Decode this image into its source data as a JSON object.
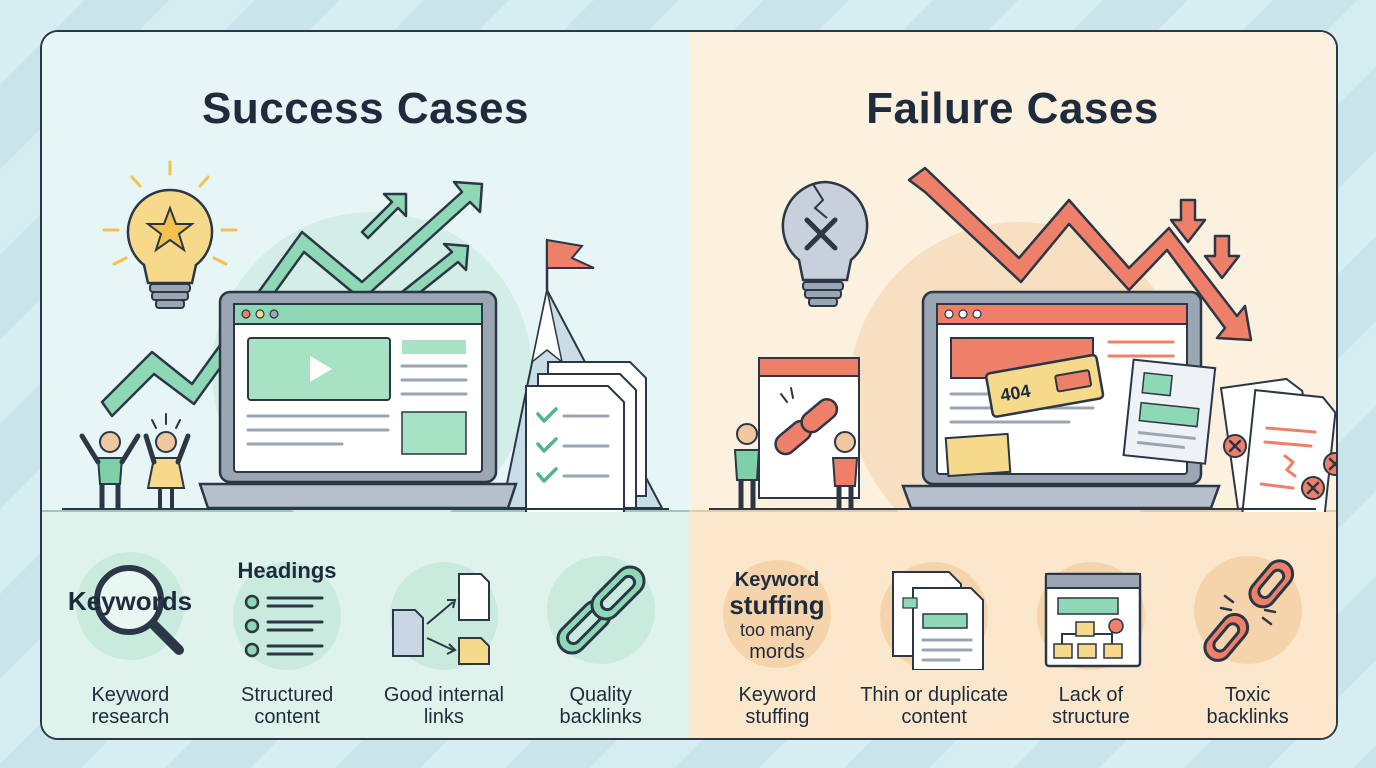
{
  "success": {
    "title": "Success Cases",
    "items": [
      {
        "icon": "magnifier-keywords-icon",
        "icon_text": "Keywords",
        "label": "Keyword\nresearch"
      },
      {
        "icon": "headings-list-icon",
        "icon_text": "Headings",
        "label": "Structured\ncontent"
      },
      {
        "icon": "internal-links-icon",
        "label": "Good internal\nlinks"
      },
      {
        "icon": "chain-link-icon",
        "label": "Quality\nbacklinks"
      }
    ]
  },
  "failure": {
    "title": "Failure Cases",
    "error_badge": "404",
    "items": [
      {
        "icon": "keyword-stuffing-icon",
        "icon_text_1": "Keyword",
        "icon_text_2": "stuffing",
        "icon_text_3": "too many",
        "icon_text_4": "mords",
        "label": "Keyword\nstuffing"
      },
      {
        "icon": "duplicate-docs-icon",
        "label": "Thin or duplicate\ncontent"
      },
      {
        "icon": "messy-structure-icon",
        "label": "Lack of\nstructure"
      },
      {
        "icon": "broken-chain-icon",
        "label": "Toxic\nbacklinks"
      }
    ]
  },
  "colors": {
    "ink": "#2b3646",
    "success_accent": "#8fd8b6",
    "success_bg": "#e6f6f6",
    "failure_accent": "#ee8069",
    "failure_bg": "#fcf0de",
    "yellow": "#f6d98a"
  }
}
